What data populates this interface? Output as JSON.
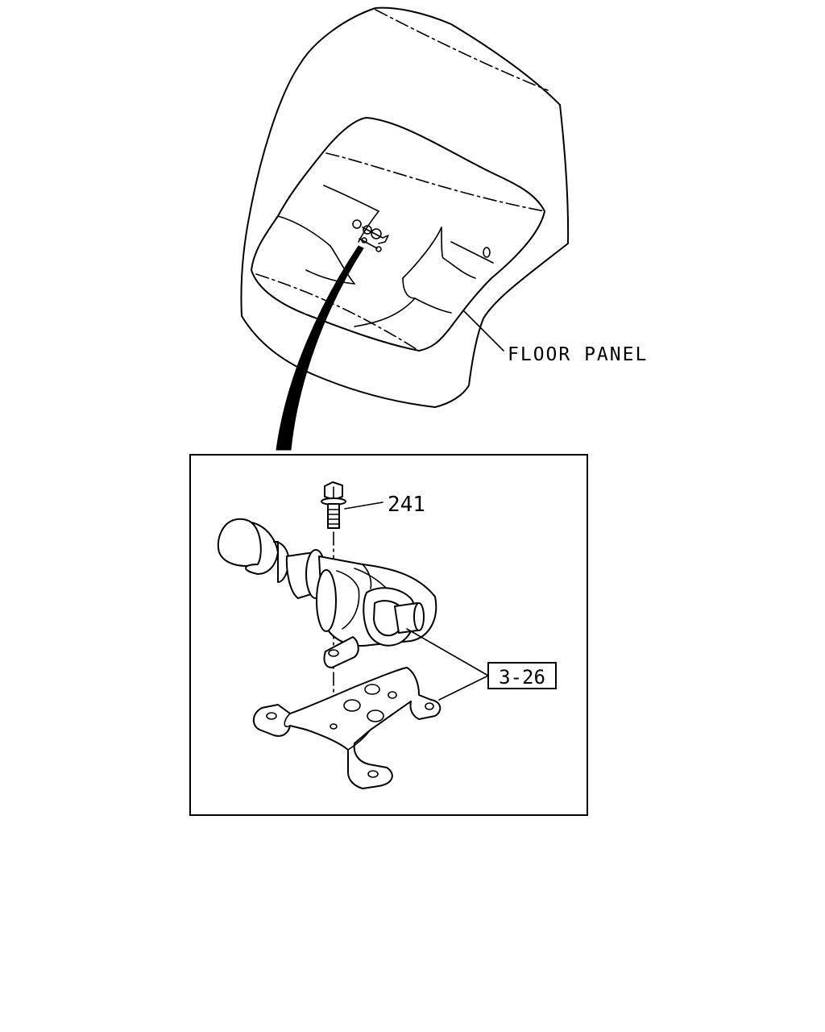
{
  "callouts": {
    "floor_panel": "FLOOR PANEL",
    "part_number": "241",
    "reference": "3-26"
  }
}
